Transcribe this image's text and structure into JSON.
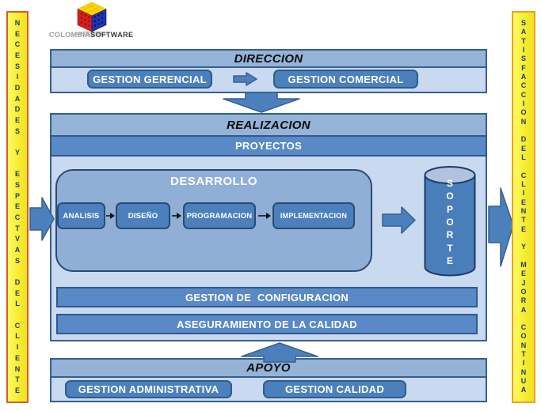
{
  "logo": {
    "brand_light": "COLOMBIA",
    "brand_bold": "SOFTWARE",
    "icon": "rubik-cube-logo"
  },
  "left_rail": {
    "text": "NECESIDADES Y ESPECTVAS DEL CLIENTE"
  },
  "right_rail": {
    "text": "SATISFACCION DEL CLIENTE Y MEJORA CONTINUA"
  },
  "sections": {
    "direccion": {
      "title": "DIRECCION",
      "items": [
        "GESTION GERENCIAL",
        "GESTION COMERCIAL"
      ]
    },
    "realizacion": {
      "title": "REALIZACION",
      "band": "PROYECTOS",
      "desarrollo": {
        "title": "DESARROLLO",
        "steps": [
          "ANALISIS",
          "DISEÑO",
          "PROGRAMACION",
          "IMPLEMENTACION"
        ]
      },
      "soporte": "SOPORTE",
      "bars": [
        "GESTION DE  CONFIGURACION",
        "ASEGURAMIENTO DE LA CALIDAD"
      ]
    },
    "apoyo": {
      "title": "APOYO",
      "items": [
        "GESTION ADMINISTRATIVA",
        "GESTION CALIDAD"
      ]
    }
  },
  "colors": {
    "header_fill": "#95B3D7",
    "body_fill": "#C9D9EF",
    "band_fill": "#5989C6",
    "button_fill": "#4C80BD",
    "button_border": "#2F5B8F",
    "container_fill": "#8FAFD7",
    "outer_border": "#365F91",
    "arrow_fill": "#4C80BD",
    "cylinder_fill": "#4A7EBB",
    "cylinder_top": "#AFC3DF",
    "rail_fill": "#F7EC2E",
    "rail_left_border": "#DB5B27",
    "rail_right_border": "#EDA21E",
    "rail_text": "#1E3C6E",
    "cube_red": "#D21E1E",
    "cube_blue": "#1E34B4",
    "cube_yellow": "#FFD400"
  }
}
